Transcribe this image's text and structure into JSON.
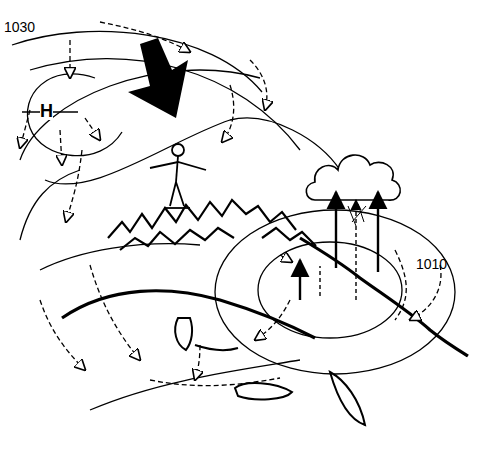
{
  "diagram": {
    "labels": [
      "1030",
      "H",
      "1010"
    ]
  }
}
